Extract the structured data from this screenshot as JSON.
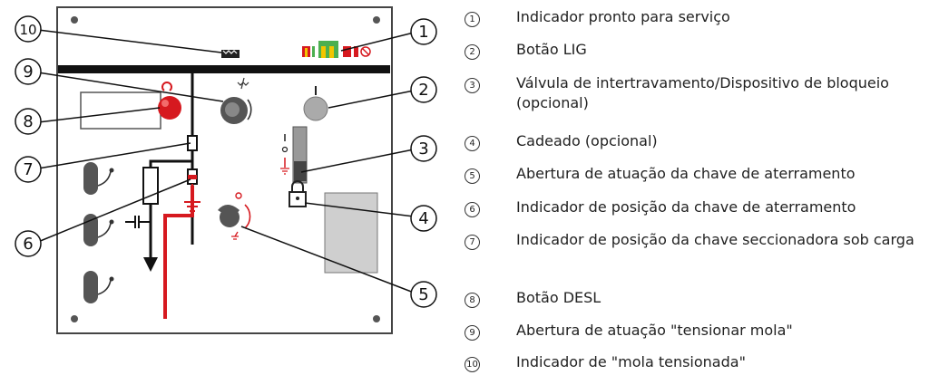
{
  "legend": {
    "items": [
      {
        "num": "1",
        "text": "Indicador pronto para serviço"
      },
      {
        "num": "2",
        "text": "Botão LIG"
      },
      {
        "num": "3",
        "text": "Válvula de intertravamento/Dispositivo de bloqueio (opcional)"
      },
      {
        "num": "4",
        "text": "Cadeado (opcional)"
      },
      {
        "num": "5",
        "text": "Abertura de atuação da chave de aterramento"
      },
      {
        "num": "6",
        "text": "Indicador de posição da chave de aterramento"
      },
      {
        "num": "7",
        "text": "Indicador de posição da chave seccionadora sob carga"
      },
      {
        "num": "8",
        "text": "Botão DESL"
      },
      {
        "num": "9",
        "text": "Abertura de atuação \"tensionar mola\""
      },
      {
        "num": "10",
        "text": "Indicador de \"mola tensionada\""
      }
    ]
  },
  "callouts": [
    "1",
    "2",
    "3",
    "4",
    "5",
    "6",
    "7",
    "8",
    "9",
    "10"
  ],
  "colors": {
    "red": "#d6191f",
    "green": "#4caf50",
    "yellow": "#f2c500",
    "panel_border": "#444444",
    "button_gray": "#aaaaaa",
    "switch_gray": "#555555"
  }
}
